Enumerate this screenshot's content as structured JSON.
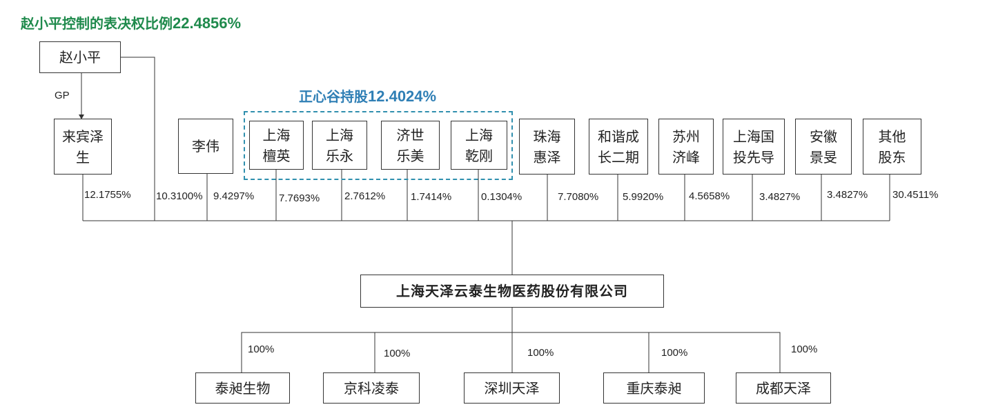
{
  "header": {
    "control_label": "赵小平控制的表决权比例",
    "control_value": "22.4856%"
  },
  "top_person": {
    "name": "赵小平",
    "gp_label": "GP"
  },
  "group": {
    "label": "正心谷持股",
    "value": "12.4024%"
  },
  "shareholders": [
    {
      "name": "来宾泽\n生",
      "pct": "12.1755%"
    },
    {
      "name": "",
      "pct": "10.3100%"
    },
    {
      "name": "李伟",
      "pct": "9.4297%"
    },
    {
      "name": "上海\n檀英",
      "pct": "7.7693%"
    },
    {
      "name": "上海\n乐永",
      "pct": "2.7612%"
    },
    {
      "name": "济世\n乐美",
      "pct": "1.7414%"
    },
    {
      "name": "上海\n乾刚",
      "pct": "0.1304%"
    },
    {
      "name": "珠海\n惠泽",
      "pct": "7.7080%"
    },
    {
      "name": "和谐成\n长二期",
      "pct": "5.9920%"
    },
    {
      "name": "苏州\n济峰",
      "pct": "4.5658%"
    },
    {
      "name": "上海国\n投先导",
      "pct": "3.4827%"
    },
    {
      "name": "安徽\n景旻",
      "pct": "3.4827%"
    },
    {
      "name": "其他\n股东",
      "pct": "30.4511%"
    }
  ],
  "company": {
    "name": "上海天泽云泰生物医药股份有限公司"
  },
  "subsidiaries": [
    {
      "name": "泰昶生物",
      "pct": "100%"
    },
    {
      "name": "京科凌泰",
      "pct": "100%"
    },
    {
      "name": "深圳天泽",
      "pct": "100%"
    },
    {
      "name": "重庆泰昶",
      "pct": "100%"
    },
    {
      "name": "成都天泽",
      "pct": "100%"
    }
  ],
  "colors": {
    "green_title": "#1f8a4c",
    "blue_group": "#2f7fb5",
    "dashed_border": "#2f8fae"
  }
}
